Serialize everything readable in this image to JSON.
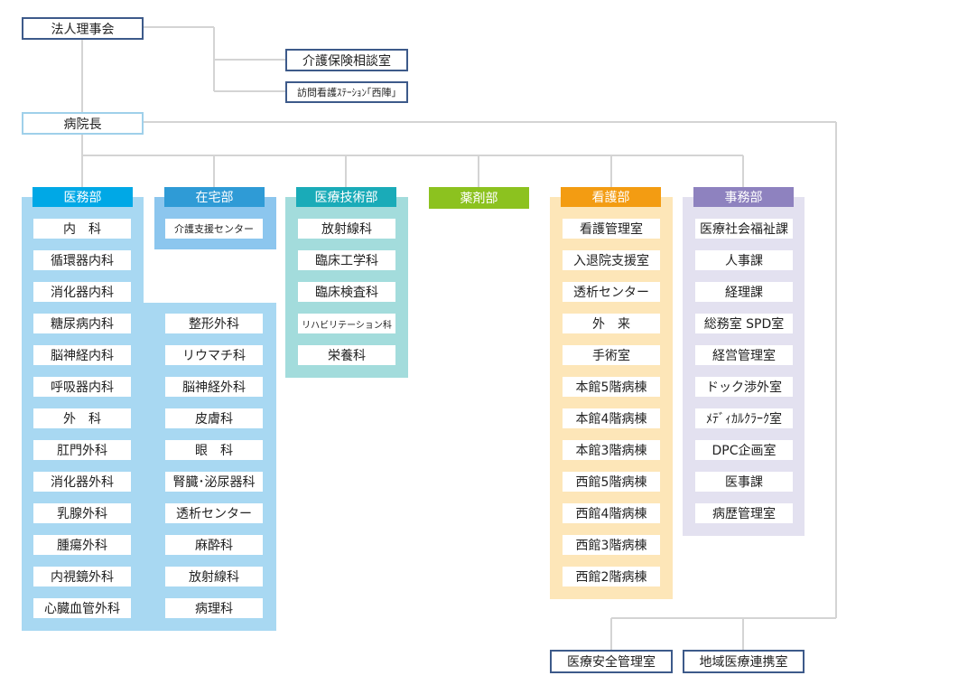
{
  "top": {
    "board": "法人理事会",
    "consult": "介護保険相談室",
    "station": "訪問看護ｽﾃｰｼｮﾝ｢西陣｣",
    "director": "病院長",
    "safety": "医療安全管理室",
    "regional": "地域医療連携室"
  },
  "colors": {
    "line": "#d4d4d4",
    "navy_border": "#3d5a8a",
    "light_border": "#9fd0ea"
  },
  "departments": [
    {
      "key": "medical",
      "name": "医務部",
      "header_color": "#00a8e6",
      "panel_color": "#a8d8f2",
      "items": [
        "内　科",
        "循環器内科",
        "消化器内科",
        "糖尿病内科",
        "脳神経内科",
        "呼吸器内科",
        "外　科",
        "肛門外科",
        "消化器外科",
        "乳腺外科",
        "腫瘍外科",
        "内視鏡外科",
        "心臓血管外科"
      ]
    },
    {
      "key": "home",
      "name": "在宅部",
      "header_color": "#2f9bd6",
      "panel_color": "#8cc6ee",
      "items": [
        "介護支援センター"
      ]
    },
    {
      "key": "medical_cont",
      "items": [
        "整形外科",
        "リウマチ科",
        "脳神経外科",
        "皮膚科",
        "眼　科",
        "腎臓･泌尿器科",
        "透析センター",
        "麻酔科",
        "放射線科",
        "病理科"
      ]
    },
    {
      "key": "tech",
      "name": "医療技術部",
      "header_color": "#1aabb8",
      "panel_color": "#a3dcdc",
      "items": [
        "放射線科",
        "臨床工学科",
        "臨床検査科",
        "リハビリテーション科",
        "栄養科"
      ]
    },
    {
      "key": "pharmacy",
      "name": "薬剤部",
      "header_color": "#8cc21f",
      "items": []
    },
    {
      "key": "nursing",
      "name": "看護部",
      "header_color": "#f39c12",
      "panel_color": "#fde6b8",
      "items": [
        "看護管理室",
        "入退院支援室",
        "透析センター",
        "外　来",
        "手術室",
        "本館5階病棟",
        "本館4階病棟",
        "本館3階病棟",
        "西館5階病棟",
        "西館4階病棟",
        "西館3階病棟",
        "西館2階病棟"
      ]
    },
    {
      "key": "admin",
      "name": "事務部",
      "header_color": "#8e82bf",
      "panel_color": "#e3e1f0",
      "items": [
        "医療社会福祉課",
        "人事課",
        "経理課",
        "総務室 SPD室",
        "経営管理室",
        "ドック渉外室",
        "ﾒﾃﾞｨｶﾙｸﾗｰｸ室",
        "DPC企画室",
        "医事課",
        "病歴管理室"
      ]
    }
  ]
}
